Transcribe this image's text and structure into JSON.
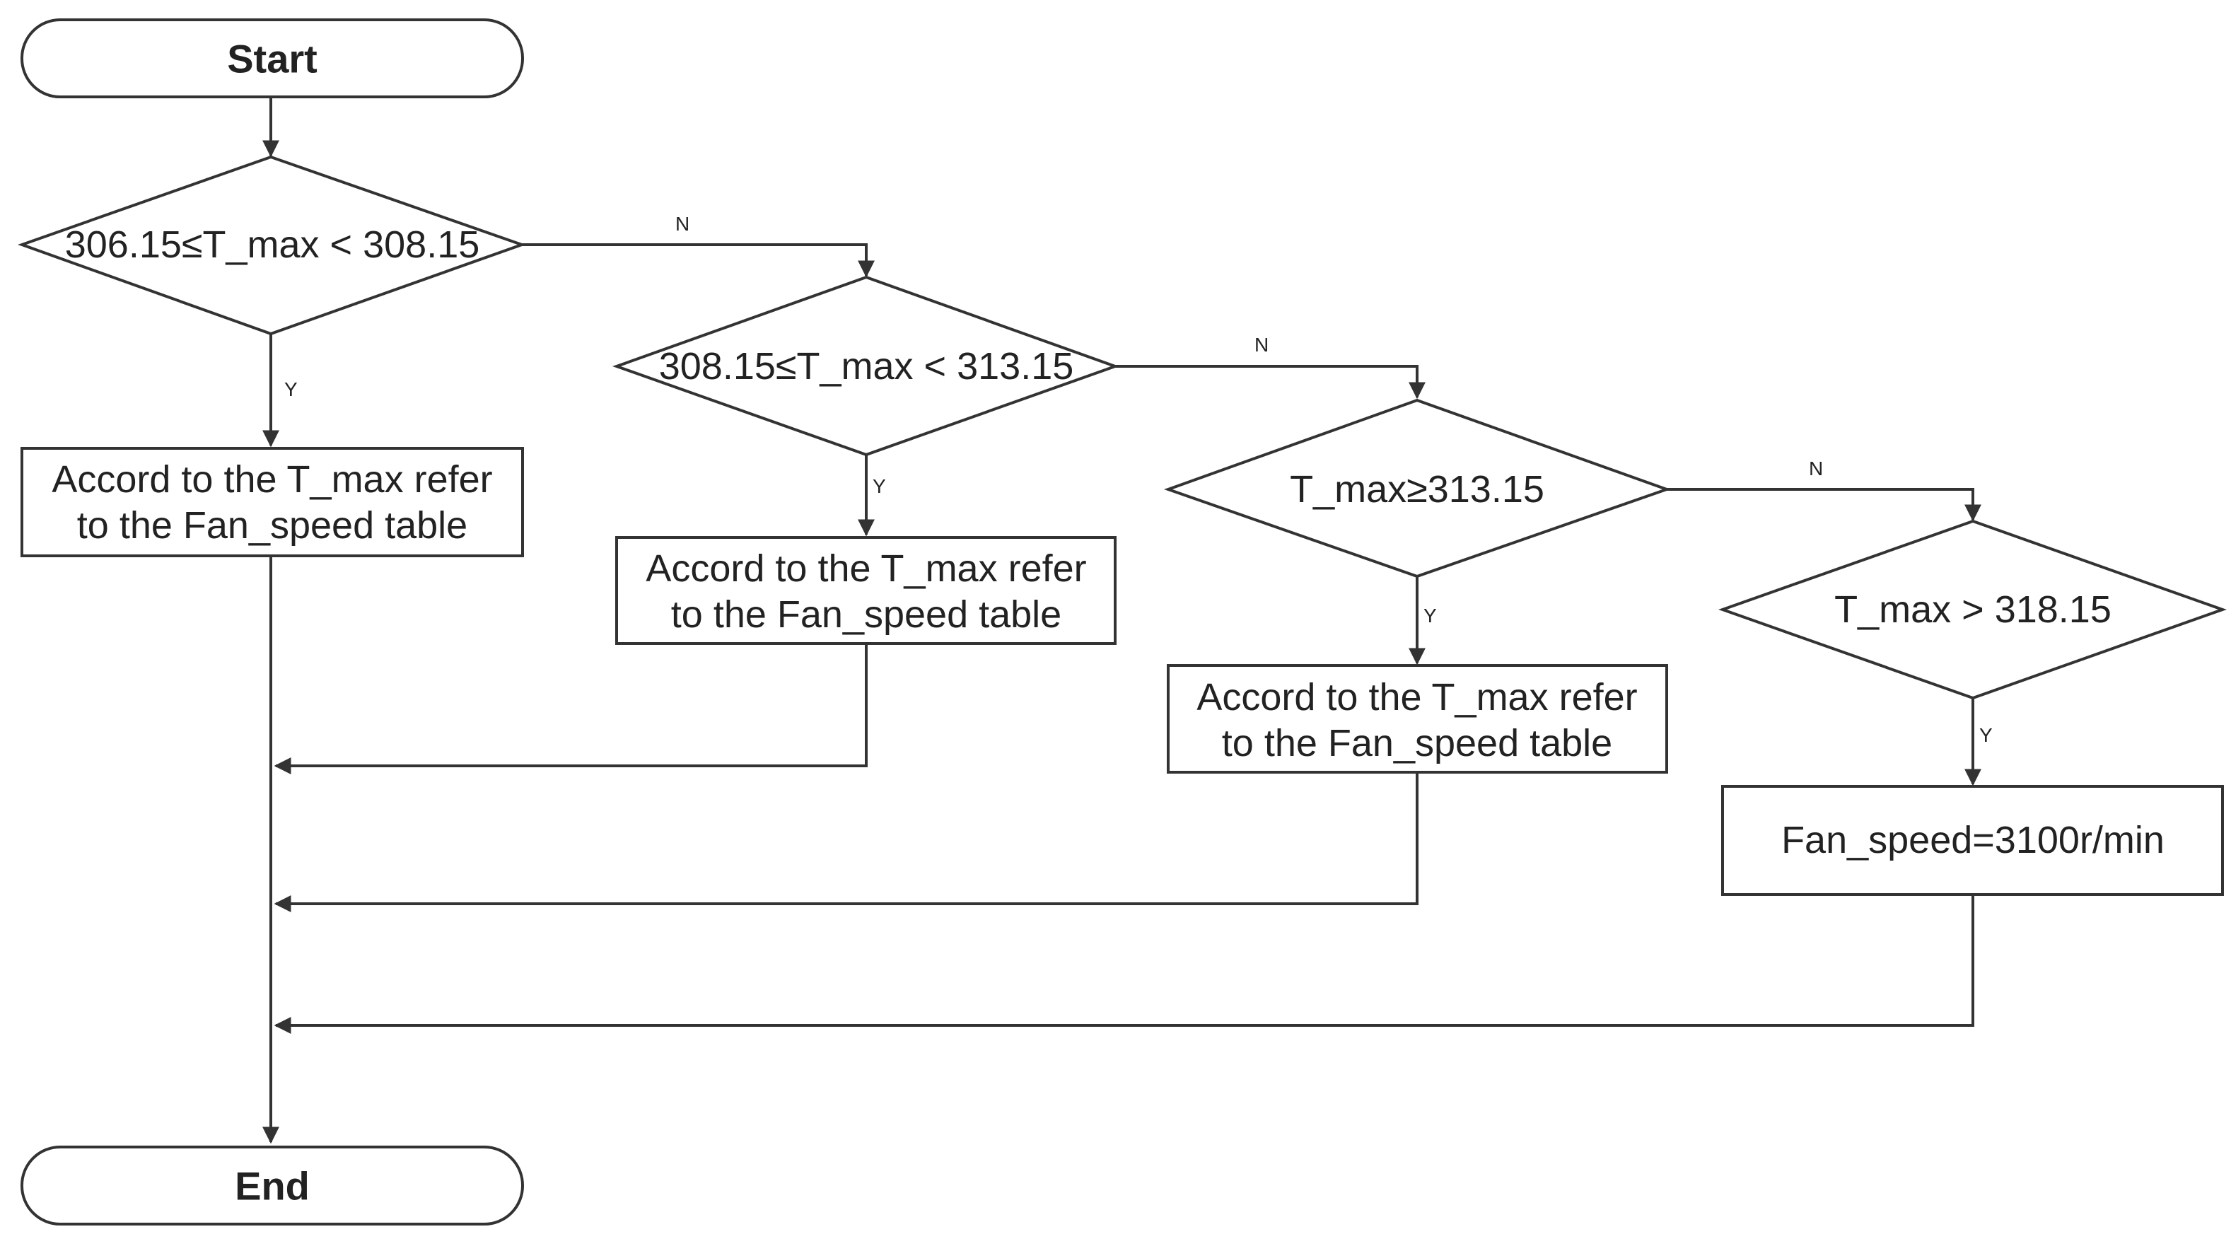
{
  "flowchart": {
    "start": "Start",
    "end": "End",
    "decisions": [
      "306.15≤T_max < 308.15",
      "308.15≤T_max < 313.15",
      "T_max≥313.15",
      "T_max > 318.15"
    ],
    "processes": [
      [
        "Accord to the T_max refer",
        "to the Fan_speed table"
      ],
      [
        "Accord to the T_max refer",
        "to the Fan_speed table"
      ],
      [
        "Accord to the T_max refer",
        "to the Fan_speed table"
      ],
      [
        "Fan_speed=3100r/min"
      ]
    ],
    "edge_labels": {
      "yes": "Y",
      "no": "N"
    }
  },
  "colors": {
    "stroke": "#333333",
    "fill": "#ffffff",
    "text": "#222222"
  }
}
